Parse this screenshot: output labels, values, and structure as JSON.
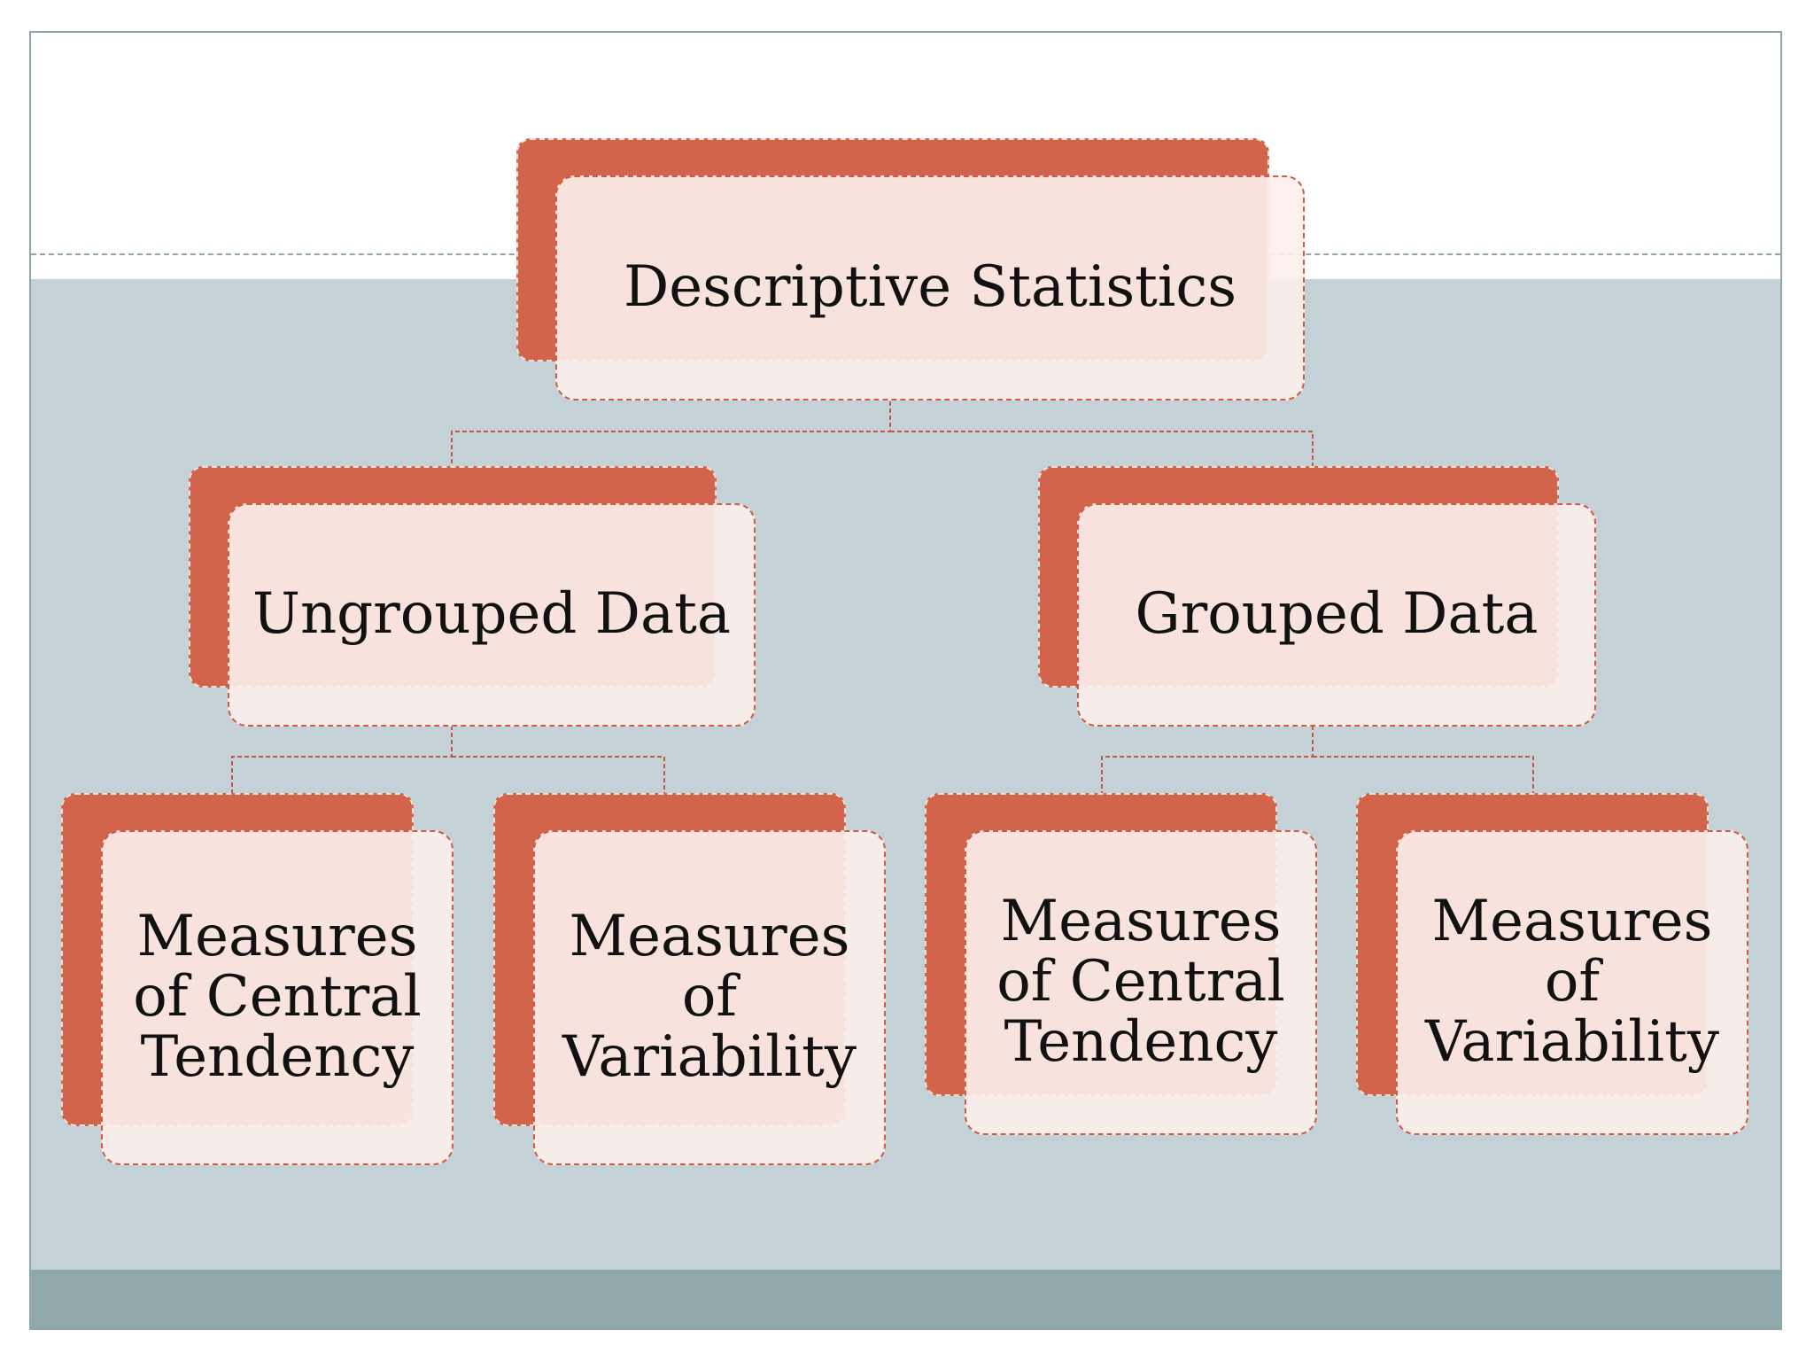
{
  "diagram": {
    "root": {
      "label": "Descriptive Statistics",
      "children": [
        {
          "label": "Ungrouped Data",
          "children": [
            {
              "label": "Measures\nof Central\nTendency"
            },
            {
              "label": "Measures\nof\nVariability"
            }
          ]
        },
        {
          "label": "Grouped Data",
          "children": [
            {
              "label": "Measures\nof Central\nTendency"
            },
            {
              "label": "Measures\nof\nVariability"
            }
          ]
        }
      ]
    },
    "colors": {
      "box_back": "#d2644b",
      "box_front": "#fcf0ed",
      "connector": "#c25a45",
      "body_band": "#c4d1d6",
      "footer_band": "#8fa9ab",
      "rule": "#8fa7ab"
    }
  }
}
